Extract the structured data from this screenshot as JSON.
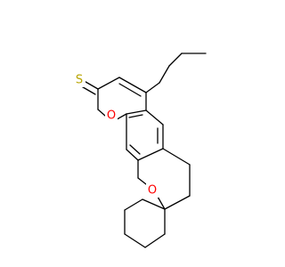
{
  "molecule": {
    "atoms": [
      {
        "id": "S1",
        "element": "S",
        "label": "S",
        "color": "#b8a400"
      },
      {
        "id": "O1",
        "element": "O",
        "label": "O",
        "color": "#ff0000"
      },
      {
        "id": "O2",
        "element": "O",
        "label": "O",
        "color": "#ff0000"
      }
    ]
  }
}
